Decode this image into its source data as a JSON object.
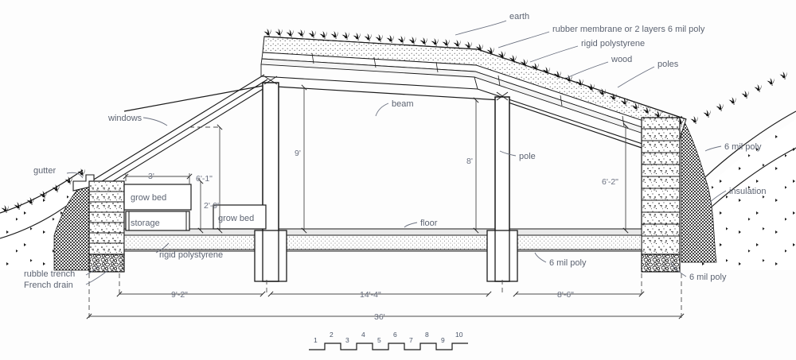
{
  "drawing": {
    "title": "Earth-sheltered greenhouse building cross-section",
    "ink_color": "#1b1b1b",
    "label_color": "#5d6472",
    "dim_color": "#6b7180",
    "paper_color": "#fdfdfd"
  },
  "labels": {
    "earth": "earth",
    "rubber_membrane": "rubber membrane or 2 layers 6 mil poly",
    "rigid_polystyrene_roof": "rigid polystyrene",
    "wood": "wood",
    "poles": "poles",
    "windows": "windows",
    "gutter": "gutter",
    "beam": "beam",
    "pole": "pole",
    "floor": "floor",
    "grow_bed_left": "grow bed",
    "storage": "storage",
    "grow_bed_center": "grow bed",
    "rigid_polystyrene_floor": "rigid polystyrene",
    "rubble_trench": "rubble trench",
    "french_drain": "French drain",
    "six_mil_poly_floor": "6 mil poly",
    "six_mil_poly_right_upper": "6 mil poly",
    "six_mil_poly_right_lower": "6 mil poly",
    "insulation": "insulation"
  },
  "dimensions": {
    "grow_bed_width": "3'",
    "grow_bed_height": "2'-9\"",
    "left_wall_height": "6'-1\"",
    "ridge_height": "9'",
    "mid_pole_height": "8'",
    "right_wall_height": "6'-2\"",
    "bay_left": "9'-2\"",
    "bay_center": "14'-4\"",
    "bay_right": "8'-6\"",
    "overall_width": "36'"
  },
  "scale_bar": {
    "ticks": [
      "1",
      "2",
      "3",
      "4",
      "5",
      "6",
      "7",
      "8",
      "9",
      "10"
    ]
  }
}
